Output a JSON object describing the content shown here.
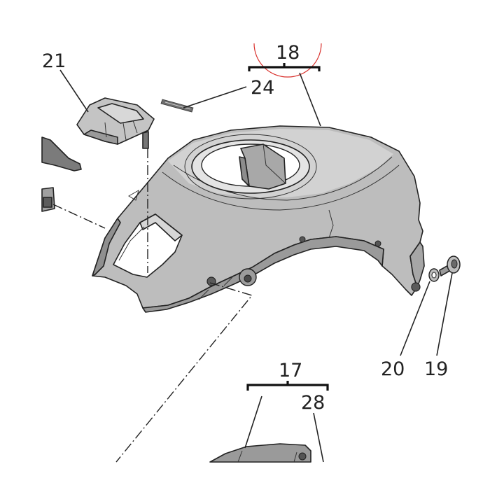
{
  "callouts": {
    "c17": "17",
    "c18": "18",
    "c19": "19",
    "c20": "20",
    "c21": "21",
    "c24": "24",
    "c28": "28"
  },
  "colors": {
    "background": "#ffffff",
    "part_fill": "#bdbdbd",
    "part_fill_dark": "#8f8f8f",
    "part_fill_light": "#d2d2d2",
    "line": "#222222",
    "highlight_circle": "#d9302c"
  },
  "icons": {
    "highlight": "red-circle-marker"
  }
}
